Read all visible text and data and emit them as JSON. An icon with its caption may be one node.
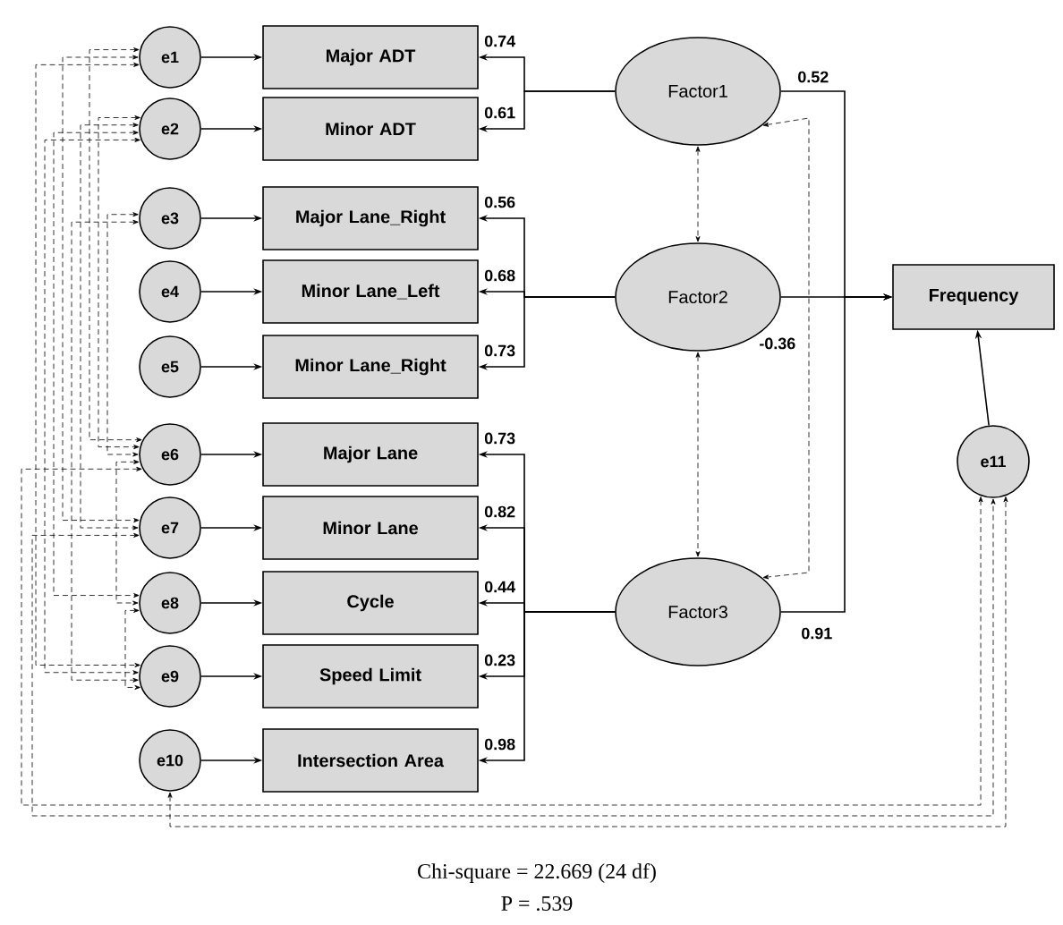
{
  "diagram": {
    "nodes": [
      {
        "text": [
          "e1"
        ]
      },
      {
        "text": [
          "e2"
        ]
      },
      {
        "text": [
          "e3"
        ]
      },
      {
        "text": [
          "e4"
        ]
      },
      {
        "text": [
          "e5"
        ]
      },
      {
        "text": [
          "e6"
        ]
      },
      {
        "text": [
          "e7"
        ]
      },
      {
        "text": [
          "e8"
        ]
      },
      {
        "text": [
          "e9"
        ]
      },
      {
        "text": [
          "e10"
        ]
      },
      {
        "text": [
          "Major ADT"
        ]
      },
      {
        "text": [
          "Minor ADT"
        ]
      },
      {
        "text": [
          "Major Lane_Right"
        ]
      },
      {
        "text": [
          "Minor Lane_Left"
        ]
      },
      {
        "text": [
          "Minor Lane_Right"
        ]
      },
      {
        "text": [
          "Major Lane"
        ]
      },
      {
        "text": [
          "Minor Lane"
        ]
      },
      {
        "text": [
          "Cycle"
        ]
      },
      {
        "text": [
          "Speed Limit"
        ]
      },
      {
        "text": [
          "Intersection Area"
        ]
      },
      {
        "text": [
          "Factor1"
        ]
      },
      {
        "text": [
          "Factor2"
        ]
      },
      {
        "text": [
          "Factor3"
        ]
      },
      {
        "text": [
          "Frequency"
        ]
      },
      {
        "text": [
          "e11"
        ]
      }
    ],
    "edges": [
      {
        "from": 0,
        "to": 10,
        "arrow": "to"
      },
      {
        "from": 1,
        "to": 11,
        "arrow": "to"
      },
      {
        "from": 2,
        "to": 12,
        "arrow": "to"
      },
      {
        "from": 3,
        "to": 13,
        "arrow": "to"
      },
      {
        "from": 4,
        "to": 14,
        "arrow": "to"
      },
      {
        "from": 5,
        "to": 15,
        "arrow": "to"
      },
      {
        "from": 6,
        "to": 16,
        "arrow": "to"
      },
      {
        "from": 7,
        "to": 17,
        "arrow": "to"
      },
      {
        "from": 8,
        "to": 18,
        "arrow": "to"
      },
      {
        "from": 9,
        "to": 19,
        "arrow": "to"
      },
      {
        "from": 20,
        "to": 10,
        "arrow": "to",
        "label": "0.74"
      },
      {
        "from": 20,
        "to": 11,
        "arrow": "to",
        "label": "0.61"
      },
      {
        "from": 21,
        "to": 12,
        "arrow": "to",
        "label": "0.56"
      },
      {
        "from": 21,
        "to": 13,
        "arrow": "to",
        "label": "0.68"
      },
      {
        "from": 21,
        "to": 14,
        "arrow": "to",
        "label": "0.73"
      },
      {
        "from": 22,
        "to": 15,
        "arrow": "to",
        "label": "0.73"
      },
      {
        "from": 22,
        "to": 16,
        "arrow": "to",
        "label": "0.82"
      },
      {
        "from": 22,
        "to": 17,
        "arrow": "to",
        "label": "0.44"
      },
      {
        "from": 22,
        "to": 18,
        "arrow": "to",
        "label": "0.23"
      },
      {
        "from": 22,
        "to": 19,
        "arrow": "to",
        "label": "0.98"
      },
      {
        "from": 20,
        "to": 23,
        "arrow": "to",
        "label": "0.52"
      },
      {
        "from": 21,
        "to": 23,
        "arrow": "to",
        "label": "-0.36"
      },
      {
        "from": 22,
        "to": 23,
        "arrow": "to",
        "label": "0.91"
      },
      {
        "from": 24,
        "to": 23,
        "arrow": "to"
      },
      {
        "from": 20,
        "to": 21,
        "arrow": "both",
        "style": "dashed"
      },
      {
        "from": 21,
        "to": 22,
        "arrow": "both",
        "style": "dashed"
      },
      {
        "from": 20,
        "to": 22,
        "arrow": "both",
        "style": "dashed"
      },
      {
        "from": 0,
        "to": 5,
        "arrow": "both",
        "style": "dashed"
      },
      {
        "from": 0,
        "to": 6,
        "arrow": "both",
        "style": "dashed"
      },
      {
        "from": 0,
        "to": 8,
        "arrow": "both",
        "style": "dashed"
      },
      {
        "from": 1,
        "to": 5,
        "arrow": "both",
        "style": "dashed"
      },
      {
        "from": 1,
        "to": 6,
        "arrow": "both",
        "style": "dashed"
      },
      {
        "from": 1,
        "to": 7,
        "arrow": "both",
        "style": "dashed"
      },
      {
        "from": 1,
        "to": 8,
        "arrow": "both",
        "style": "dashed"
      },
      {
        "from": 2,
        "to": 5,
        "arrow": "both",
        "style": "dashed"
      },
      {
        "from": 2,
        "to": 8,
        "arrow": "both",
        "style": "dashed"
      },
      {
        "from": 5,
        "to": 7,
        "arrow": "both",
        "style": "dashed"
      },
      {
        "from": 7,
        "to": 8,
        "arrow": "both",
        "style": "dashed"
      },
      {
        "from": 5,
        "to": 24,
        "arrow": "both",
        "style": "dashed"
      },
      {
        "from": 6,
        "to": 24,
        "arrow": "both",
        "style": "dashed"
      },
      {
        "from": 9,
        "to": 24,
        "arrow": "both",
        "style": "dashed"
      }
    ],
    "labels": [
      "Chi-square = 22.669 (24 df)",
      "P = .539"
    ]
  }
}
